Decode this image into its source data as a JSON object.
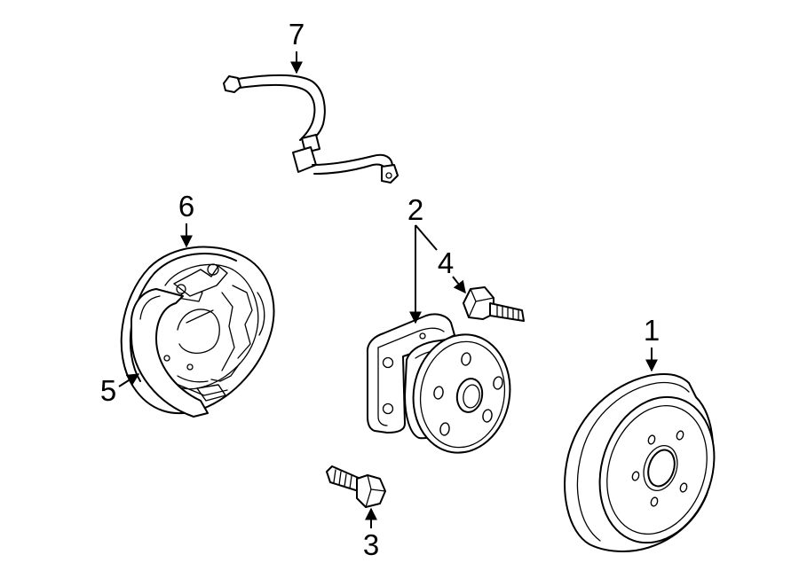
{
  "callouts": {
    "rotor": "1",
    "hub": "2",
    "hub_bolt": "3",
    "wheel_stud": "4",
    "brake_shoes": "5",
    "backing_plate": "6",
    "brake_hose": "7"
  }
}
